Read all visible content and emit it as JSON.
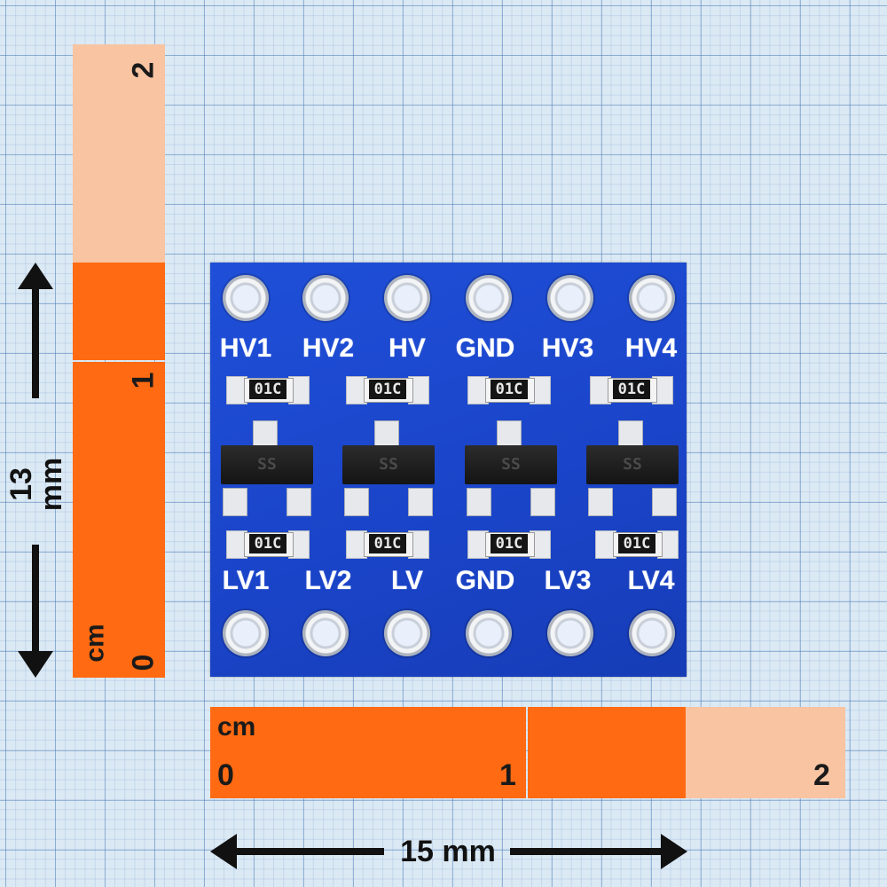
{
  "vertical_ruler": {
    "unit": "cm",
    "tick_top": "2",
    "tick_mid": "1",
    "tick_bottom": "0"
  },
  "horizontal_ruler": {
    "unit": "cm",
    "tick_left": "0",
    "tick_mid": "1",
    "tick_right": "2"
  },
  "dimensions": {
    "height": "13 mm",
    "width": "15 mm"
  },
  "board": {
    "top_labels": [
      "HV1",
      "HV2",
      "HV",
      "GND",
      "HV3",
      "HV4"
    ],
    "bottom_labels": [
      "LV1",
      "LV2",
      "LV",
      "GND",
      "LV3",
      "LV4"
    ],
    "resistor_codes_top": [
      "01C",
      "01C",
      "01C",
      "01C"
    ],
    "resistor_codes_bottom": [
      "01C",
      "01C",
      "01C",
      "01C"
    ],
    "mosfet_marking": "SS"
  },
  "colors": {
    "ruler_dark": "#ff6a12",
    "ruler_light": "#f8c4a1",
    "board_blue": "#1a44c8",
    "grid_background": "#dbe9f4"
  }
}
